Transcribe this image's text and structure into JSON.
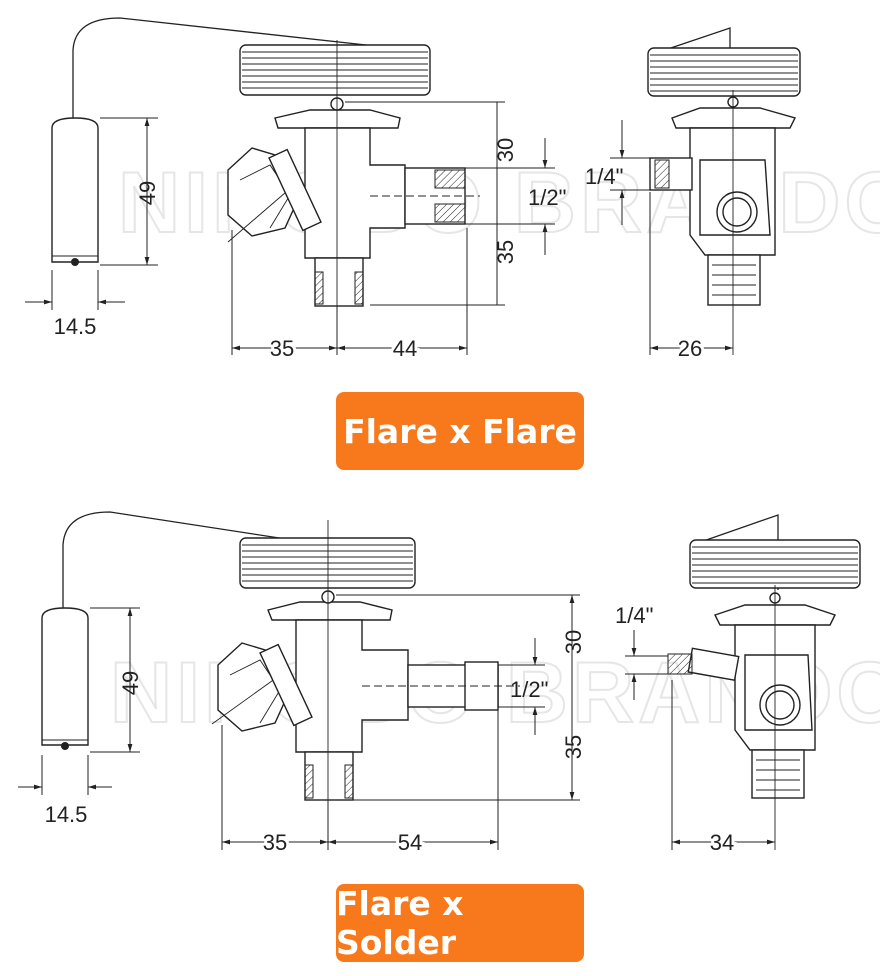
{
  "watermark": "NINGBO BRANDO",
  "colors": {
    "accent": "#f7791c",
    "line": "#222222"
  },
  "sections": [
    {
      "title": "Flare x Flare",
      "dims": {
        "bulb_height": "49",
        "bulb_diameter": "14.5",
        "upper_height": "30",
        "outlet_size": "1/2\"",
        "lower_height": "35",
        "left_width": "35",
        "right_width": "44",
        "inlet_size": "1/4\"",
        "side_width": "26"
      }
    },
    {
      "title": "Flare x Solder",
      "dims": {
        "bulb_height": "49",
        "bulb_diameter": "14.5",
        "upper_height": "30",
        "outlet_size": "1/2\"",
        "lower_height": "35",
        "left_width": "35",
        "right_width": "54",
        "inlet_size": "1/4\"",
        "side_width": "34"
      }
    }
  ]
}
